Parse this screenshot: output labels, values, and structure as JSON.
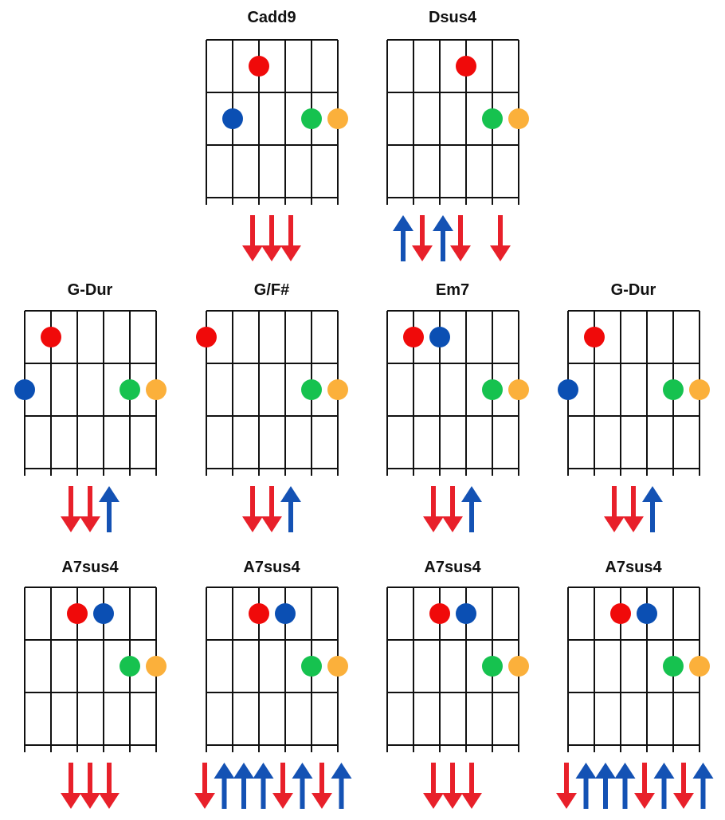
{
  "colors": {
    "finger_red": "#f00a0a",
    "finger_blue": "#0b4fb3",
    "finger_green": "#16c24f",
    "finger_orange": "#fbb03b",
    "down_arrow": "#e8202a",
    "up_arrow": "#1452b4",
    "grid": "#111111"
  },
  "chords": [
    {
      "name": "Cadd9",
      "dots": [
        {
          "string": 3,
          "fret": 1,
          "color": "red"
        },
        {
          "string": 2,
          "fret": 2,
          "color": "blue"
        },
        {
          "string": 5,
          "fret": 2,
          "color": "green"
        },
        {
          "string": 6,
          "fret": 2,
          "color": "orange"
        }
      ],
      "strum": [
        "down",
        "down",
        "down"
      ]
    },
    {
      "name": "Dsus4",
      "dots": [
        {
          "string": 4,
          "fret": 1,
          "color": "red"
        },
        {
          "string": 5,
          "fret": 2,
          "color": "green"
        },
        {
          "string": 6,
          "fret": 2,
          "color": "orange"
        }
      ],
      "strum": [
        "up",
        "down",
        "up",
        "down",
        "rest",
        "down"
      ]
    },
    {
      "name": "G-Dur",
      "dots": [
        {
          "string": 2,
          "fret": 1,
          "color": "red"
        },
        {
          "string": 1,
          "fret": 2,
          "color": "blue"
        },
        {
          "string": 5,
          "fret": 2,
          "color": "green"
        },
        {
          "string": 6,
          "fret": 2,
          "color": "orange"
        }
      ],
      "strum": [
        "down",
        "down",
        "up"
      ]
    },
    {
      "name": "G/F#",
      "dots": [
        {
          "string": 1,
          "fret": 1,
          "color": "red"
        },
        {
          "string": 5,
          "fret": 2,
          "color": "green"
        },
        {
          "string": 6,
          "fret": 2,
          "color": "orange"
        }
      ],
      "strum": [
        "down",
        "down",
        "up"
      ]
    },
    {
      "name": "Em7",
      "dots": [
        {
          "string": 2,
          "fret": 1,
          "color": "red"
        },
        {
          "string": 3,
          "fret": 1,
          "color": "blue"
        },
        {
          "string": 5,
          "fret": 2,
          "color": "green"
        },
        {
          "string": 6,
          "fret": 2,
          "color": "orange"
        }
      ],
      "strum": [
        "down",
        "down",
        "up"
      ]
    },
    {
      "name": "G-Dur",
      "dots": [
        {
          "string": 2,
          "fret": 1,
          "color": "red"
        },
        {
          "string": 1,
          "fret": 2,
          "color": "blue"
        },
        {
          "string": 5,
          "fret": 2,
          "color": "green"
        },
        {
          "string": 6,
          "fret": 2,
          "color": "orange"
        }
      ],
      "strum": [
        "down",
        "down",
        "up"
      ]
    },
    {
      "name": "A7sus4",
      "dots": [
        {
          "string": 3,
          "fret": 1,
          "color": "red"
        },
        {
          "string": 4,
          "fret": 1,
          "color": "blue"
        },
        {
          "string": 5,
          "fret": 2,
          "color": "green"
        },
        {
          "string": 6,
          "fret": 2,
          "color": "orange"
        }
      ],
      "strum": [
        "down",
        "down",
        "down"
      ]
    },
    {
      "name": "A7sus4",
      "dots": [
        {
          "string": 3,
          "fret": 1,
          "color": "red"
        },
        {
          "string": 4,
          "fret": 1,
          "color": "blue"
        },
        {
          "string": 5,
          "fret": 2,
          "color": "green"
        },
        {
          "string": 6,
          "fret": 2,
          "color": "orange"
        }
      ],
      "strum": [
        "down",
        "up",
        "up",
        "up",
        "down",
        "up",
        "down",
        "up"
      ]
    },
    {
      "name": "A7sus4",
      "dots": [
        {
          "string": 3,
          "fret": 1,
          "color": "red"
        },
        {
          "string": 4,
          "fret": 1,
          "color": "blue"
        },
        {
          "string": 5,
          "fret": 2,
          "color": "green"
        },
        {
          "string": 6,
          "fret": 2,
          "color": "orange"
        }
      ],
      "strum": [
        "down",
        "down",
        "down"
      ]
    },
    {
      "name": "A7sus4",
      "dots": [
        {
          "string": 3,
          "fret": 1,
          "color": "red"
        },
        {
          "string": 4,
          "fret": 1,
          "color": "blue"
        },
        {
          "string": 5,
          "fret": 2,
          "color": "green"
        },
        {
          "string": 6,
          "fret": 2,
          "color": "orange"
        }
      ],
      "strum": [
        "down",
        "up",
        "up",
        "up",
        "down",
        "up",
        "down",
        "up"
      ]
    }
  ]
}
